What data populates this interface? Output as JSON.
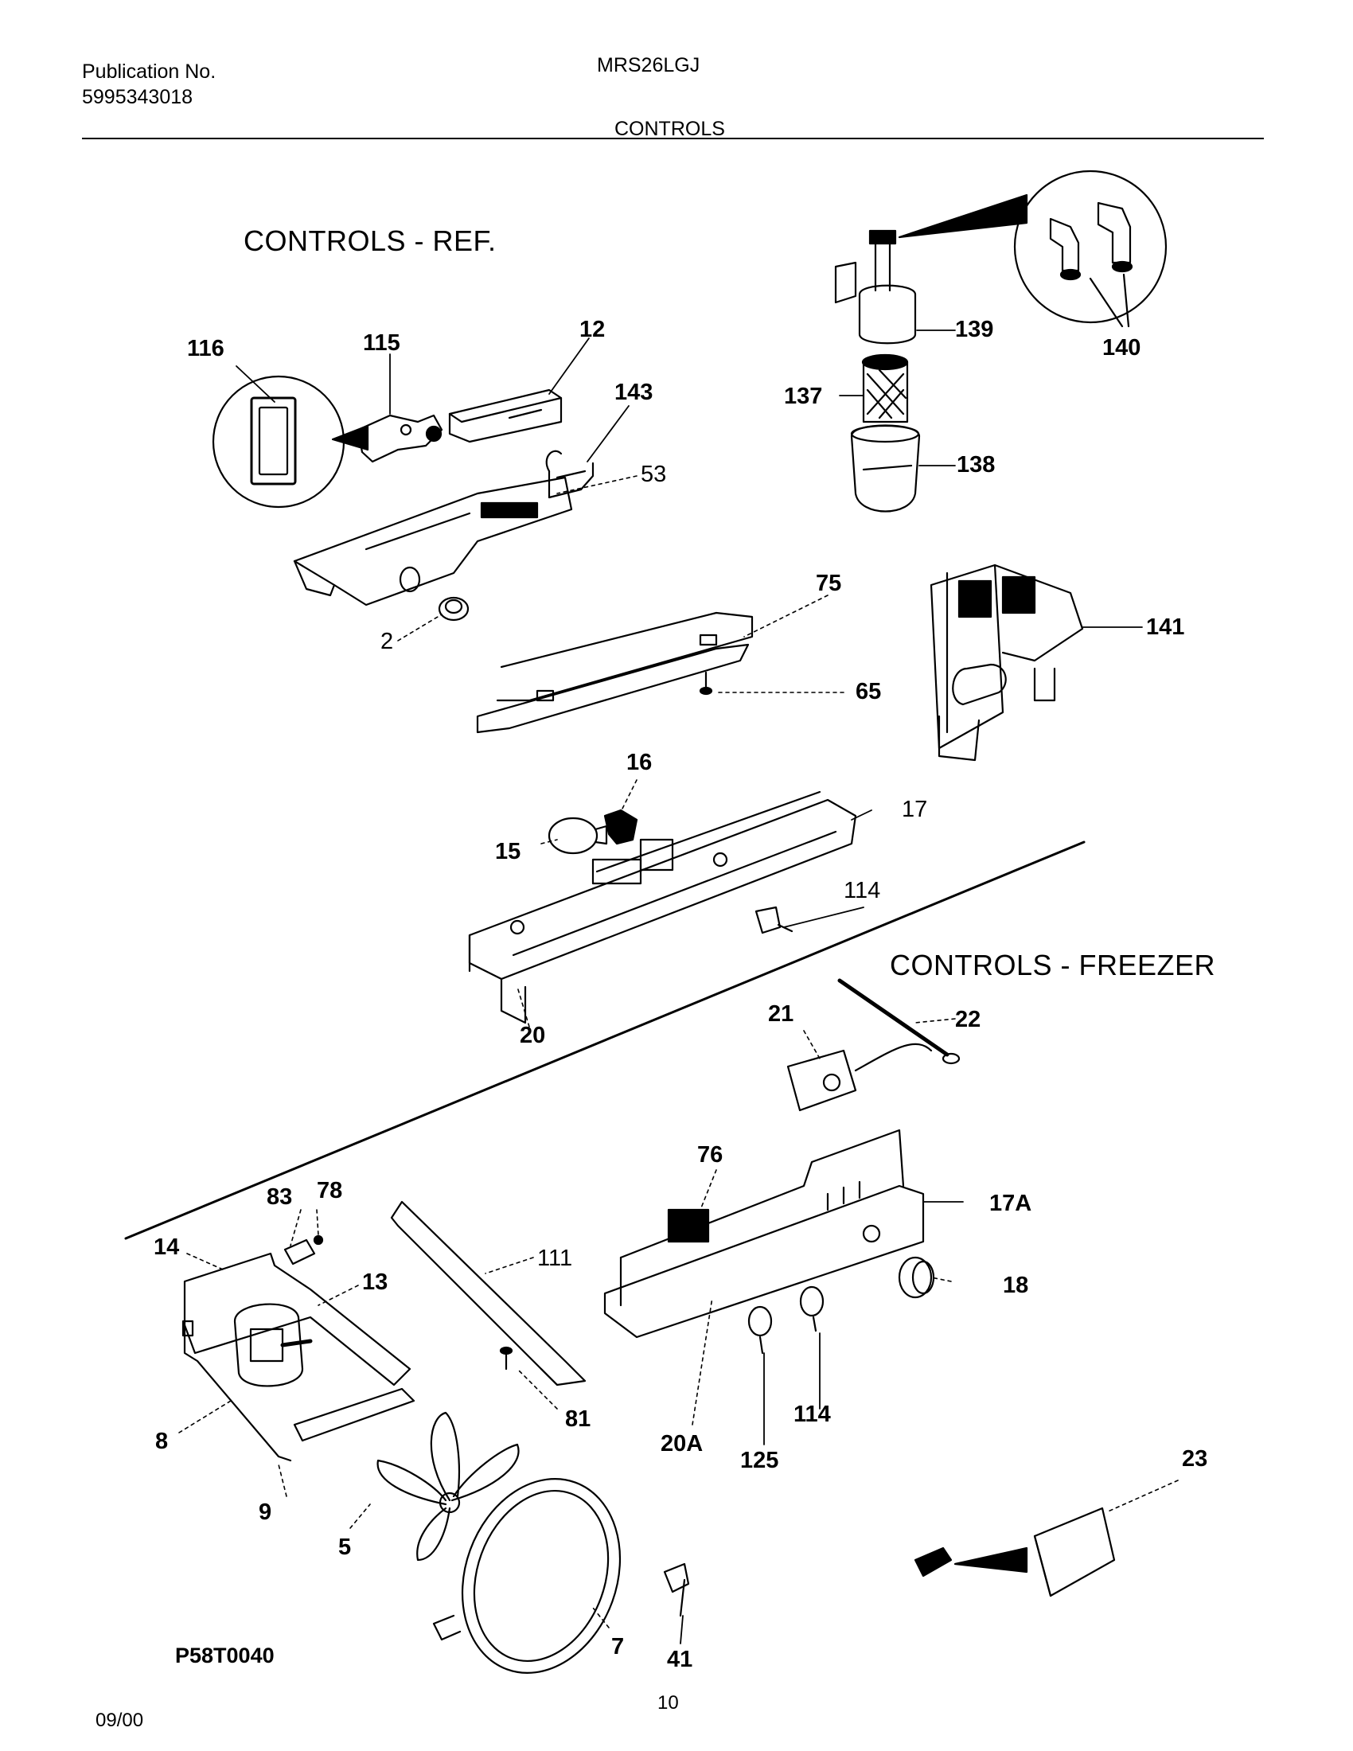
{
  "header": {
    "publication_label": "Publication No.",
    "publication_number": "5995343018",
    "model": "MRS26LGJ",
    "section": "CONTROLS"
  },
  "sections": {
    "ref_title": "CONTROLS - REF.",
    "freezer_title": "CONTROLS - FREEZER"
  },
  "callouts": [
    {
      "id": "c116",
      "text": "116",
      "bold": true
    },
    {
      "id": "c115",
      "text": "115",
      "bold": true
    },
    {
      "id": "c12",
      "text": "12",
      "bold": true
    },
    {
      "id": "c143",
      "text": "143",
      "bold": true
    },
    {
      "id": "c53",
      "text": "53",
      "bold": false
    },
    {
      "id": "c2",
      "text": "2",
      "bold": false
    },
    {
      "id": "c139",
      "text": "139",
      "bold": true
    },
    {
      "id": "c140",
      "text": "140",
      "bold": true
    },
    {
      "id": "c137",
      "text": "137",
      "bold": true
    },
    {
      "id": "c138",
      "text": "138",
      "bold": true
    },
    {
      "id": "c75",
      "text": "75",
      "bold": true
    },
    {
      "id": "c65",
      "text": "65",
      "bold": true
    },
    {
      "id": "c141",
      "text": "141",
      "bold": true
    },
    {
      "id": "c16",
      "text": "16",
      "bold": true
    },
    {
      "id": "c15",
      "text": "15",
      "bold": true
    },
    {
      "id": "c17",
      "text": "17",
      "bold": false
    },
    {
      "id": "c114a",
      "text": "114",
      "bold": false
    },
    {
      "id": "c20",
      "text": "20",
      "bold": true
    },
    {
      "id": "c21",
      "text": "21",
      "bold": true
    },
    {
      "id": "c22",
      "text": "22",
      "bold": true
    },
    {
      "id": "c76",
      "text": "76",
      "bold": true
    },
    {
      "id": "c17A",
      "text": "17A",
      "bold": true
    },
    {
      "id": "c83",
      "text": "83",
      "bold": true
    },
    {
      "id": "c78",
      "text": "78",
      "bold": true
    },
    {
      "id": "c14",
      "text": "14",
      "bold": true
    },
    {
      "id": "c13",
      "text": "13",
      "bold": true
    },
    {
      "id": "c111",
      "text": "111",
      "bold": false
    },
    {
      "id": "c18",
      "text": "18",
      "bold": true
    },
    {
      "id": "c8",
      "text": "8",
      "bold": true
    },
    {
      "id": "c81",
      "text": "81",
      "bold": true
    },
    {
      "id": "c20A",
      "text": "20A",
      "bold": true
    },
    {
      "id": "c125",
      "text": "125",
      "bold": true
    },
    {
      "id": "c114b",
      "text": "114",
      "bold": true
    },
    {
      "id": "c23",
      "text": "23",
      "bold": true
    },
    {
      "id": "c9",
      "text": "9",
      "bold": true
    },
    {
      "id": "c5",
      "text": "5",
      "bold": true
    },
    {
      "id": "c7",
      "text": "7",
      "bold": true
    },
    {
      "id": "c41",
      "text": "41",
      "bold": true
    }
  ],
  "footer": {
    "diagram_code": "P58T0040",
    "date": "09/00",
    "page": "10"
  }
}
